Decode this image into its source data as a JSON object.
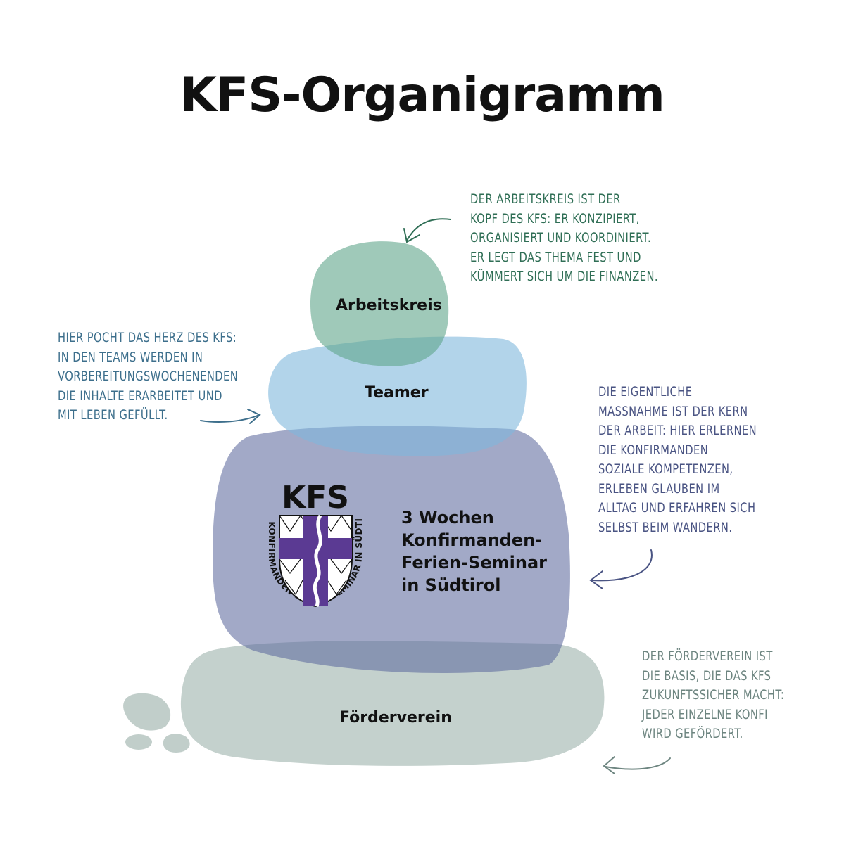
{
  "title": "KFS-Organigramm",
  "levels": {
    "arbeitskreis": "Arbeitskreis",
    "teamer": "Teamer",
    "seminar": [
      "3 Wochen",
      "Konfirmanden-",
      "Ferien-Seminar",
      "in Südtirol"
    ],
    "foerderverein": "Förderverein"
  },
  "logo": {
    "abbr": "KFS",
    "ring_text": "KONFIRMANDEN-FERIEN-SEMINAR IN SÜDTIROL"
  },
  "notes": {
    "arbeitskreis": [
      "Der Arbeitskreis ist der",
      "Kopf des KFS: er konzipiert,",
      "organisiert und koordiniert.",
      "Er legt das Thema fest und",
      "kümmert sich um die Finanzen."
    ],
    "teamer": [
      "Hier pocht das Herz des KFS:",
      "In den Teams werden in",
      "Vorbereitungswochenenden",
      "die Inhalte erarbeitet und",
      "mit Leben gefüllt."
    ],
    "seminar": [
      "Die eigentliche",
      "Maßnahme ist der Kern",
      "der Arbeit: Hier erlernen",
      "die Konfirmanden",
      "soziale Kompetenzen,",
      "erleben Glauben im",
      "Alltag und erfahren sich",
      "selbst beim Wandern."
    ],
    "foerderverein": [
      "Der Förderverein ist",
      "die Basis, die das KFS",
      "zukunftssicher macht:",
      "Jeder einzelne Konfi",
      "wird gefördert."
    ]
  },
  "colors": {
    "arbeitskreis": "#5fa58a",
    "teamer": "#7fb8dc",
    "seminar": "#5f6a9e",
    "foerderverein": "#9fb4ae",
    "note_green": "#2f6e55",
    "note_blue": "#3d6f8c",
    "note_indigo": "#4a5483",
    "note_gray": "#6d8580",
    "logo_purple": "#5b3a93"
  }
}
